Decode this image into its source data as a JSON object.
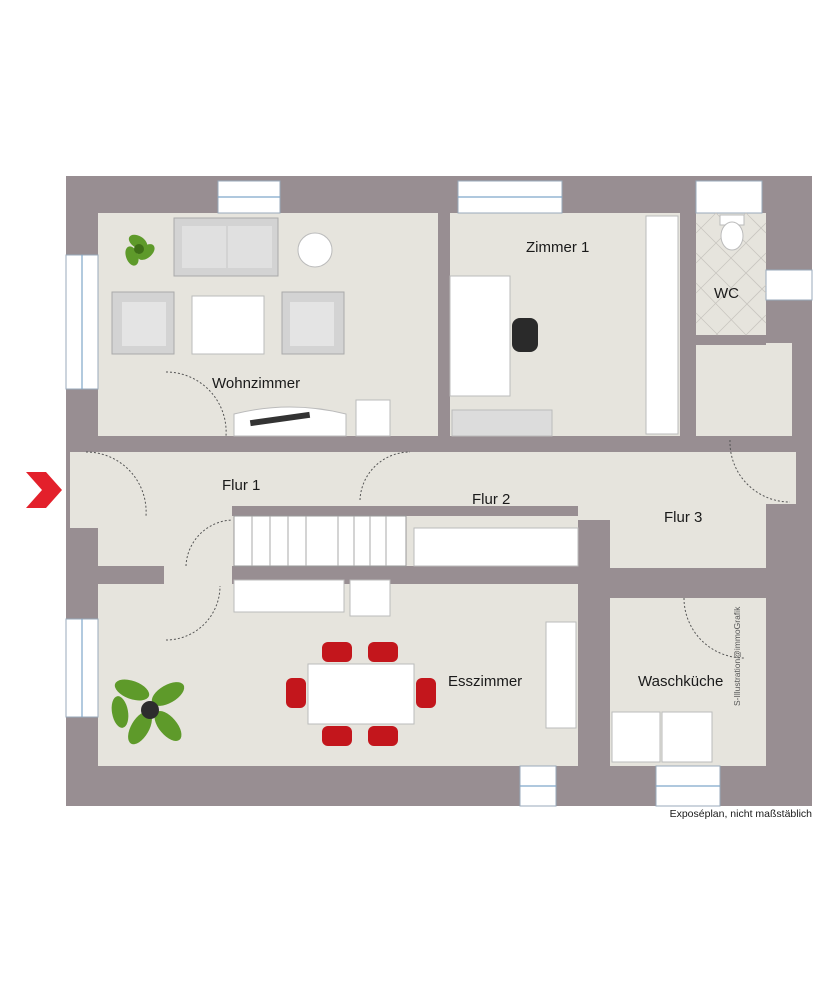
{
  "plan": {
    "rooms": {
      "wohnzimmer": "Wohnzimmer",
      "zimmer1": "Zimmer 1",
      "wc": "WC",
      "flur1": "Flur 1",
      "flur2": "Flur 2",
      "flur3": "Flur 3",
      "esszimmer": "Esszimmer",
      "waschkueche": "Waschküche"
    },
    "footnote": "Exposéplan, nicht maßstäblich",
    "credit": "S-Illustration@immoGrafik"
  },
  "colors": {
    "wall": "#988e92",
    "floor": "#e6e4dd",
    "entrance_arrow": "#e3202b",
    "chair": "#c3161c",
    "plant": "#5e9a2a"
  },
  "icons": {
    "entrance": "entrance-arrow-icon",
    "plant": "plant-icon",
    "toilet": "toilet-icon"
  }
}
